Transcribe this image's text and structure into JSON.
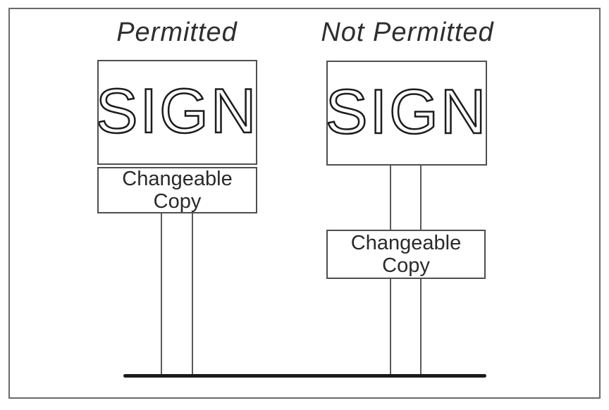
{
  "diagram": {
    "background_color": "#ffffff",
    "line_color": "#4f4f4f",
    "ground_color": "#1b1b1b",
    "text_color": "#2a2a2a",
    "figures": [
      {
        "id": "permitted",
        "label": "Permitted",
        "sign_text": "SIGN",
        "panel_lines": [
          "Changeable",
          "Copy"
        ]
      },
      {
        "id": "not-permitted",
        "label": "Not Permitted",
        "sign_text": "SIGN",
        "panel_lines": [
          "Changeable",
          "Copy"
        ]
      }
    ]
  }
}
